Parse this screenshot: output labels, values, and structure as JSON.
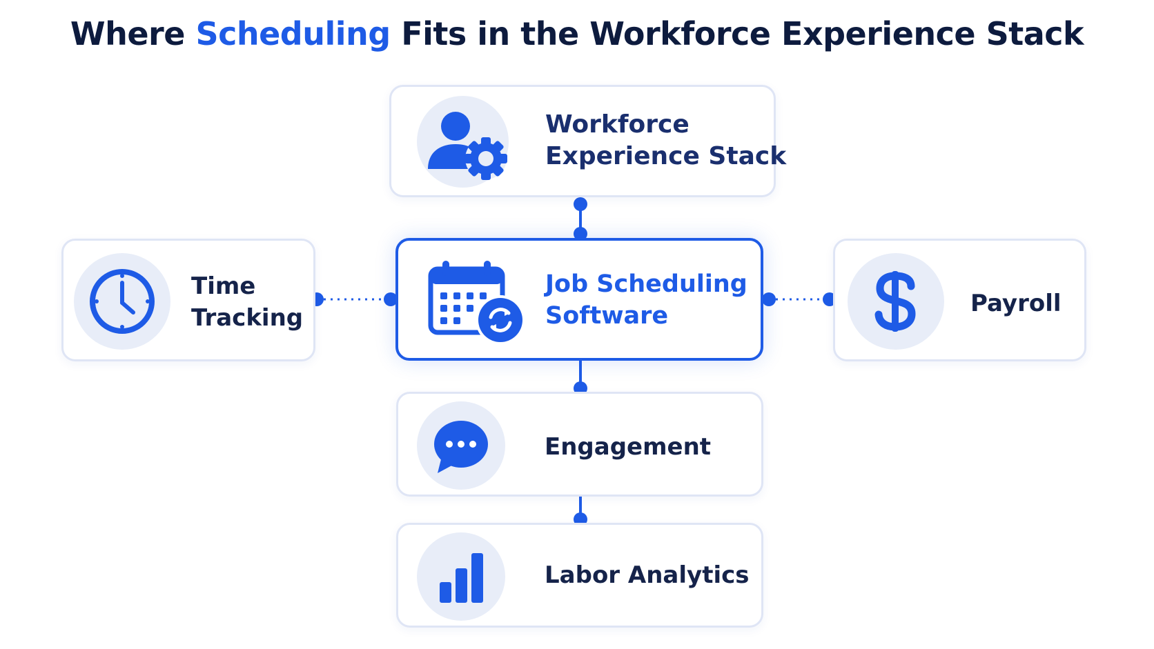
{
  "title": {
    "prefix": "Where ",
    "highlight": "Scheduling",
    "suffix": " Fits in the Workforce Experience Stack"
  },
  "nodes": {
    "top": {
      "line1": "Workforce",
      "line2": "Experience Stack",
      "icon": "user-gear-icon"
    },
    "center": {
      "line1": "Job Scheduling",
      "line2": "Software",
      "icon": "calendar-sync-icon"
    },
    "left": {
      "line1": "Time",
      "line2": "Tracking",
      "icon": "clock-icon"
    },
    "right": {
      "label": "Payroll",
      "icon": "dollar-icon"
    },
    "engagement": {
      "label": "Engagement",
      "icon": "chat-bubble-icon"
    },
    "analytics": {
      "label": "Labor Analytics",
      "icon": "bar-chart-icon"
    }
  },
  "colors": {
    "accent": "#1e5be6",
    "navy": "#0d1b3e",
    "icon_bg": "#e8edf8",
    "card_border": "#dfe5f5"
  }
}
